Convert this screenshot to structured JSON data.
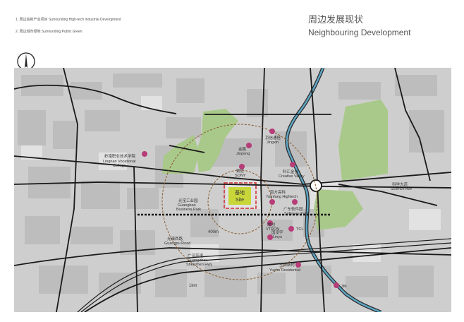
{
  "notes": {
    "note1": "1. 周边高新产业项目 Surrounding High-tech Industrial Development",
    "note2": "2. 周边城市绿地 Surrounding Public Green"
  },
  "title": {
    "zh": "周边发展现状",
    "en": "Neighbouring Development"
  },
  "site": {
    "zh": "基地",
    "en": "Site"
  },
  "rings": {
    "inner": "400m",
    "outer": "1km"
  },
  "places": {
    "college_zh": "岭南职业技术学院",
    "college_en1": "Lingnan Vocational",
    "college_en2": "College",
    "jinpeng_zh": "金鹏",
    "jinpeng_en": "Jinpeng",
    "jingxin_zh": "京信通信",
    "jingxin_en": "Jingxin",
    "sony_zh": "索尼",
    "sony_en": "SONY",
    "creative_zh": "科汇金谷",
    "creative_en": "Creative Valley",
    "nanfang_zh": "南方高科",
    "nanfang_en": "Nanfang Hightech",
    "software_zh": "广东软件园",
    "software_en": "Software Park",
    "vtron_zh": "威创",
    "vtron_en": "VTRON",
    "tcl": "TCL",
    "ghuoyu_zh": "国凌宇",
    "ghuoyu_en": "Linyu",
    "gbp_zh": "光宝工业园",
    "gbp_en1": "Guangbao",
    "gbp_en2": "Business Park",
    "yuzhu_zh": "玉树新村",
    "yuzhu_en": "Yuzhu Residential",
    "threem": "3M"
  },
  "roads": {
    "guangshen_zh": "广深高速",
    "guangshen_en1": "Guangzhou -",
    "guangshen_en2": "Shenzhen Hwy",
    "kexue_zh": "科学大道",
    "kexue_en": "Science Ave",
    "guangqun_zh": "光谱西路",
    "guangqun_en": "Guangpu Road"
  },
  "icons": {
    "north": "north-arrow-icon"
  },
  "colors": {
    "marker": "#b73d79",
    "green": "#a9c98a",
    "river": "#5fa6c3",
    "ring": "#8a5a2c",
    "site": "#c8d63a",
    "site_border": "#d12b2b"
  }
}
